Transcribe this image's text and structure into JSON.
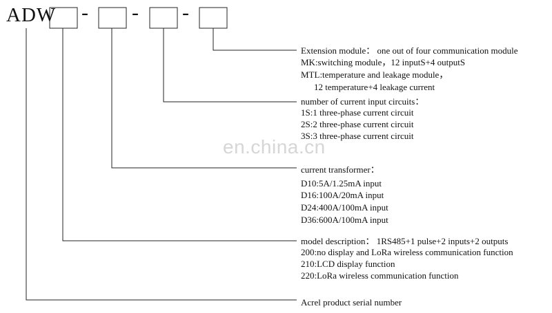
{
  "code": {
    "prefix": "ADW",
    "separators": [
      "-",
      "-",
      "-"
    ]
  },
  "groups": [
    {
      "id": "extension",
      "lines": [
        "Extension module： one out of four communication module",
        "MK:switching module，12 inputS+4 outputS",
        "MTL:temperature and leakage module，",
        "12 temperature+4 leakage current"
      ]
    },
    {
      "id": "current-circuits",
      "lines": [
        "number of current input circuits：",
        "1S:1 three-phase current circuit",
        "2S:2 three-phase current circuit",
        "3S:3 three-phase current circuit"
      ]
    },
    {
      "id": "transformer",
      "lines": [
        "current transformer：",
        "D10:5A/1.25mA input",
        "D16:100A/20mA input",
        "D24:400A/100mA input",
        "D36:600A/100mA input"
      ]
    },
    {
      "id": "model",
      "lines": [
        "model description： 1RS485+1 pulse+2 inputs+2 outputs",
        "200:no display and LoRa wireless communication function",
        "210:LCD display function",
        "220:LoRa wireless communication function"
      ]
    },
    {
      "id": "serial",
      "lines": [
        "Acrel product serial number"
      ]
    }
  ],
  "watermark": "en.china.cn"
}
